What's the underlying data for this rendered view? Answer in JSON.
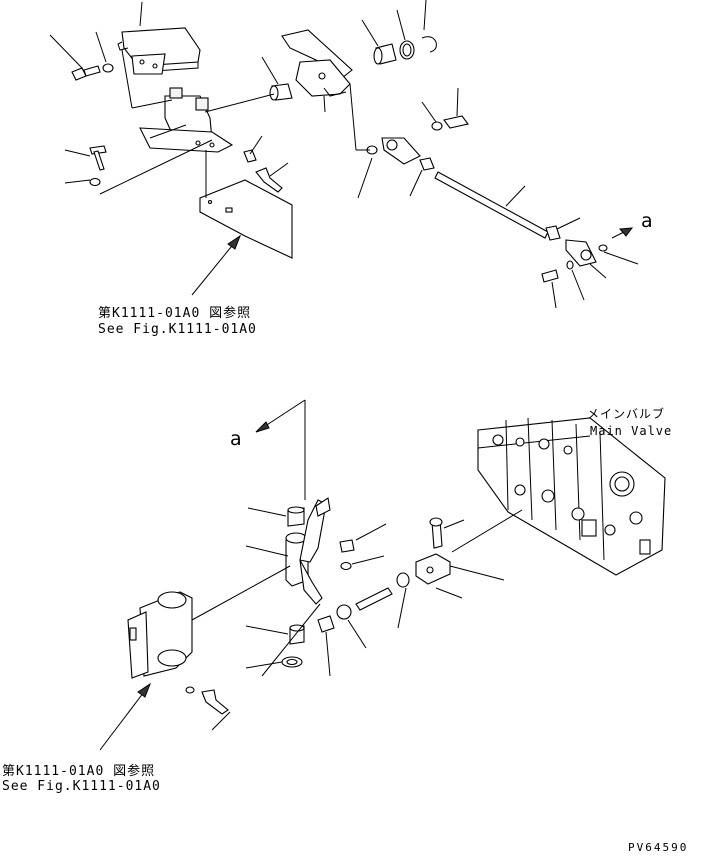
{
  "references": {
    "upper": {
      "jp": "第K1111-01A0 図参照",
      "en": "See Fig.K1111-01A0"
    },
    "lower": {
      "jp": "第K1111-01A0 図参照",
      "en": "See Fig.K1111-01A0"
    }
  },
  "main_valve": {
    "jp": "メインバルブ",
    "en": "Main Valve"
  },
  "connector_letter": {
    "upper": "a",
    "lower": "a"
  },
  "drawing_code": "PV64590"
}
